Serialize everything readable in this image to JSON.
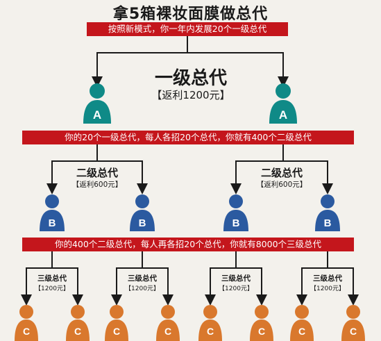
{
  "title": "拿5箱裸妆面膜做总代",
  "top_banner": "按照新模式，你一年内发展20个一级总代",
  "level1": {
    "title": "一级总代",
    "rebate": "【返利1200元】",
    "letter": "A"
  },
  "mid_banner_1": "你的20个一级总代，每人各招20个总代，你就有400个二级总代",
  "level2": {
    "title": "二级总代",
    "rebate": "【返利600元】",
    "letter": "B"
  },
  "mid_banner_2": "你的400个二级总代，每人再各招20个总代，你就有8000个三级总代",
  "level3": {
    "title": "三级总代",
    "rebate": "【1200元】",
    "letter": "C"
  },
  "colors": {
    "teal": "#0f8a87",
    "blue": "#2b5aa0",
    "orange": "#d9782d",
    "red": "#c4161c"
  }
}
